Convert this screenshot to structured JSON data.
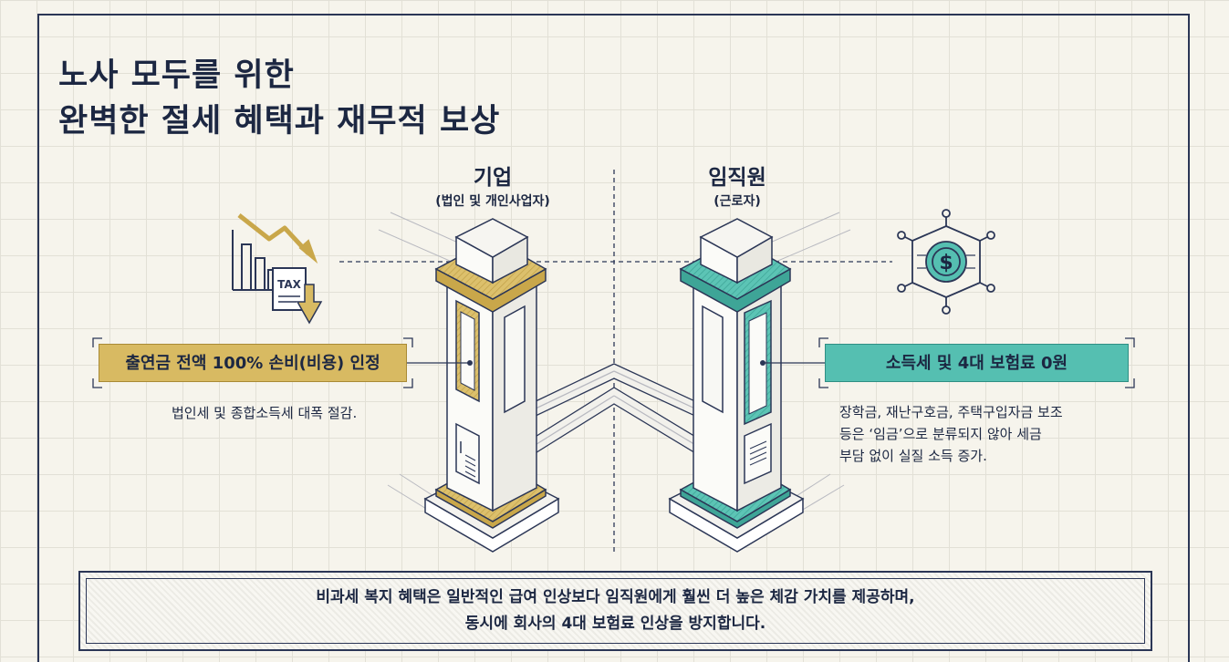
{
  "title": {
    "line1": "노사 모두를 위한",
    "line2": "완벽한 절세 혜택과 재무적 보상"
  },
  "company": {
    "heading": "기업",
    "subheading": "(법인 및 개인사업자)",
    "badge": "출연금 전액 100% 손비(비용) 인정",
    "description": "법인세 및 종합소득세 대폭 절감.",
    "icon": "tax-chart-icon",
    "icon_text": "TAX",
    "accent_color": "#d8ba62"
  },
  "employee": {
    "heading": "임직원",
    "subheading": "(근로자)",
    "badge": "소득세 및 4대 보험료 0원",
    "description_lines": [
      "장학금, 재난구호금, 주택구입자금 보조",
      "등은 ‘임금’으로 분류되지 않아 세금",
      "부담 없이 실질 소득 증가."
    ],
    "icon": "dollar-network-icon",
    "icon_text": "$",
    "accent_color": "#55bfb1"
  },
  "bottom": {
    "line1": "비과세 복지 혜택은 일반적인 급여 인상보다 임직원에게 훨씬 더 높은 체감 가치를 제공하며,",
    "line2": "동시에 회사의 4대 보험료 인상을 방지합니다."
  }
}
